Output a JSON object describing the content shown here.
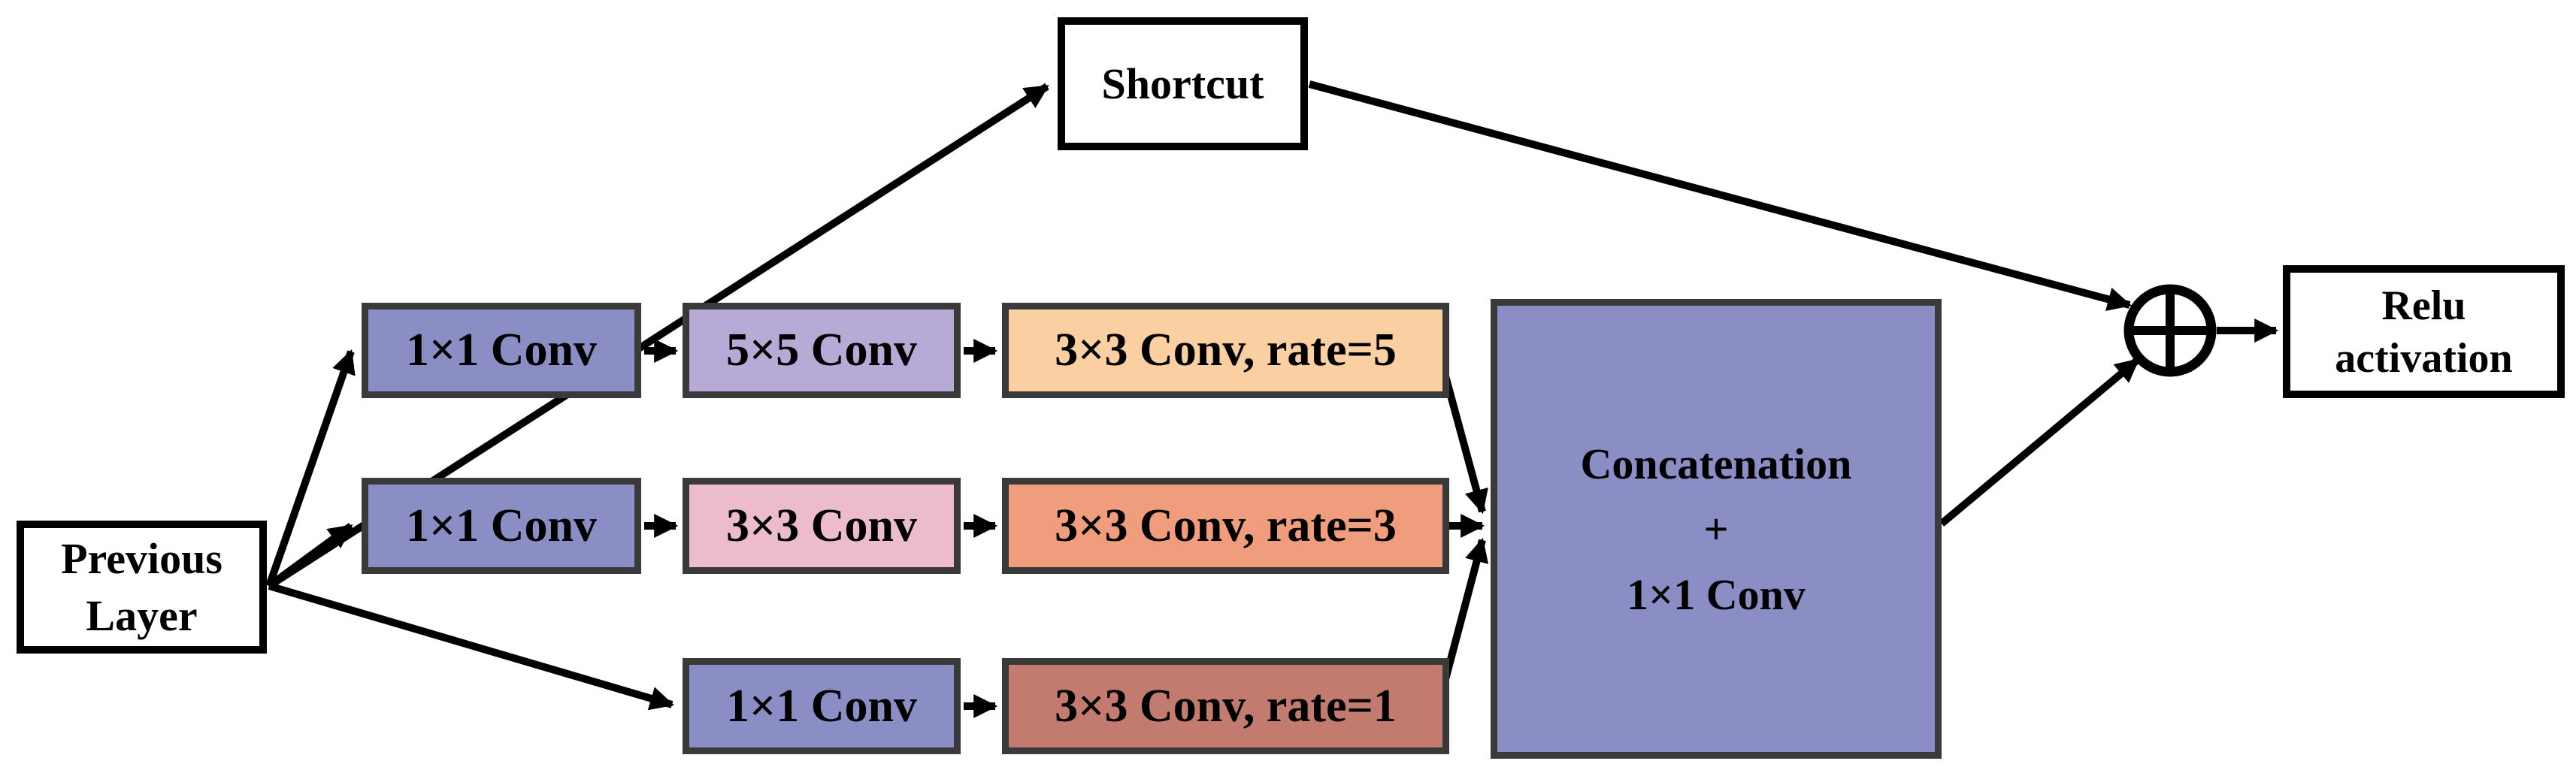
{
  "diagram": {
    "background": "#ffffff",
    "arrow_color": "#000000",
    "dark_border_color": "#3a3a3a",
    "white_box_border_color": "#000000",
    "nodes": {
      "previous_layer": {
        "label": "Previous\nLayer",
        "fill": "#ffffff"
      },
      "shortcut": {
        "label": "Shortcut",
        "fill": "#ffffff"
      },
      "branch1_conv1": {
        "label": "1×1 Conv",
        "fill": "#8b8ec5"
      },
      "branch1_conv2": {
        "label": "5×5 Conv",
        "fill": "#b7aad6"
      },
      "branch1_conv3": {
        "label": "3×3 Conv, rate=5",
        "fill": "#facfa1"
      },
      "branch2_conv1": {
        "label": "1×1 Conv",
        "fill": "#8b8ec5"
      },
      "branch2_conv2": {
        "label": "3×3 Conv",
        "fill": "#edbcca"
      },
      "branch2_conv3": {
        "label": "3×3 Conv, rate=3",
        "fill": "#ef9d7c"
      },
      "branch3_conv1": {
        "label": "1×1 Conv",
        "fill": "#8b8ec5"
      },
      "bran3_note": "",
      "branch3_conv2": {
        "label": "3×3 Conv, rate=1",
        "fill": "#c27b6e"
      },
      "concatenation": {
        "label": "Concatenation\n+\n1×1 Conv",
        "fill": "#8b8ec5"
      },
      "relu_activation": {
        "label": "Relu\nactivation",
        "fill": "#ffffff"
      }
    },
    "icons": {
      "sum": "circled-plus"
    }
  }
}
